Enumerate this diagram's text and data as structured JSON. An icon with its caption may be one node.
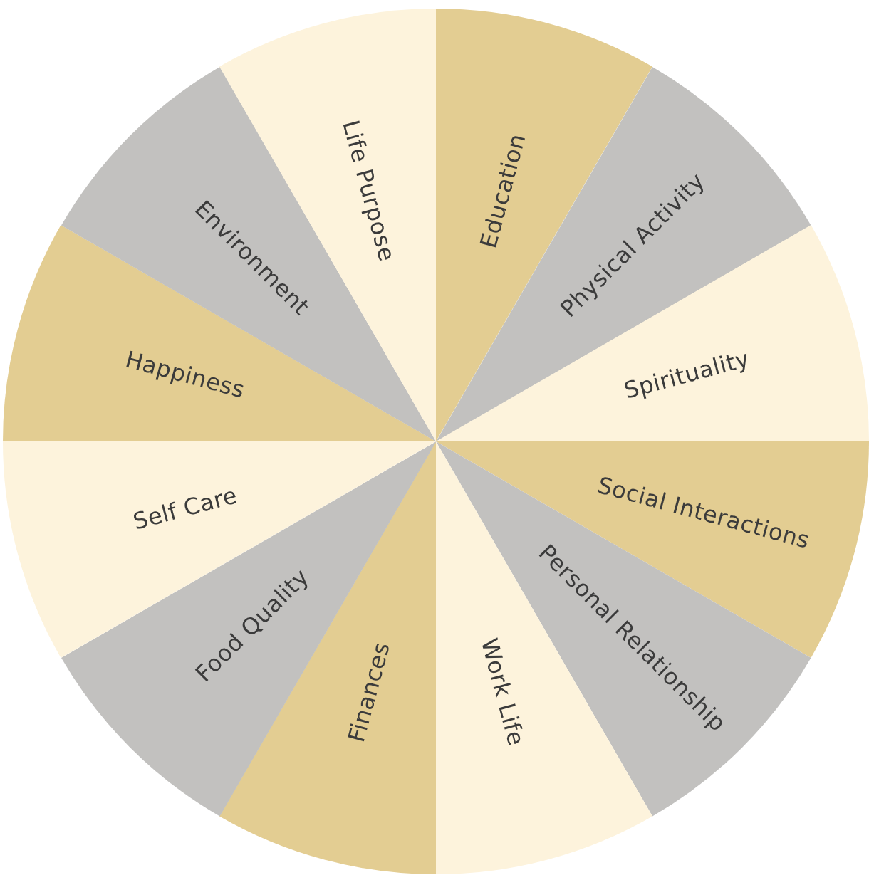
{
  "diagram": {
    "nodes": [
      {
        "text": [
          "Education"
        ]
      },
      {
        "text": [
          "Physical Activity"
        ]
      },
      {
        "text": [
          "Spirituality"
        ]
      },
      {
        "text": [
          "Social Interactions"
        ]
      },
      {
        "text": [
          "Personal Relationship"
        ]
      },
      {
        "text": [
          "Work Life"
        ]
      },
      {
        "text": [
          "Finances"
        ]
      },
      {
        "text": [
          "Food Quality"
        ]
      },
      {
        "text": [
          "Self Care"
        ]
      },
      {
        "text": [
          "Happiness"
        ]
      },
      {
        "text": [
          "Environment"
        ]
      },
      {
        "text": [
          "Life Purpose"
        ]
      }
    ]
  }
}
